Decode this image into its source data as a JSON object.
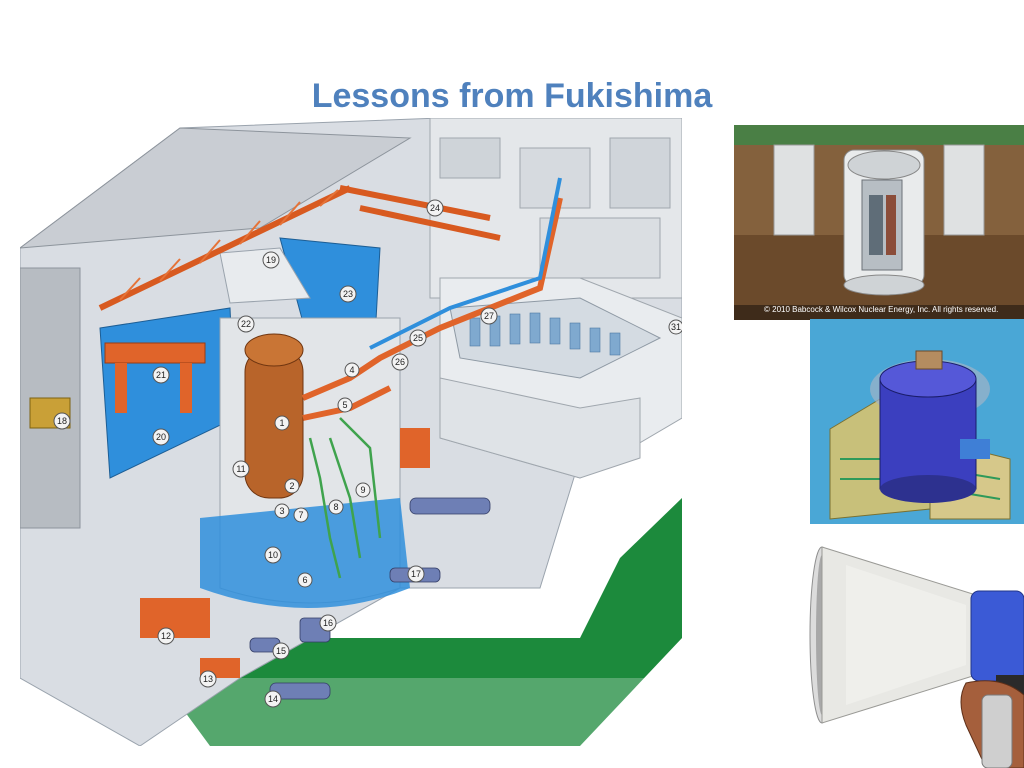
{
  "slide": {
    "title": "Lessons from Fukishima"
  },
  "images": {
    "reactor_cutaway": {
      "labels": [
        "1",
        "2",
        "3",
        "4",
        "5",
        "6",
        "7",
        "8",
        "9",
        "10",
        "11",
        "12",
        "13",
        "14",
        "15",
        "16",
        "17",
        "18",
        "19",
        "20",
        "21",
        "22",
        "23",
        "24",
        "25",
        "26",
        "27",
        "31"
      ]
    },
    "underground_reactor": {
      "copyright": "© 2010 Babcock & Wilcox Nuclear Energy, Inc. All rights reserved."
    },
    "modular_reactor": {},
    "megaphone": {}
  },
  "colors": {
    "title": "#4f81bd",
    "pool_water": "#2f8fdc",
    "crane": "#e0642a",
    "vessel": "#b8642a",
    "ground": "#1c8a3c"
  }
}
